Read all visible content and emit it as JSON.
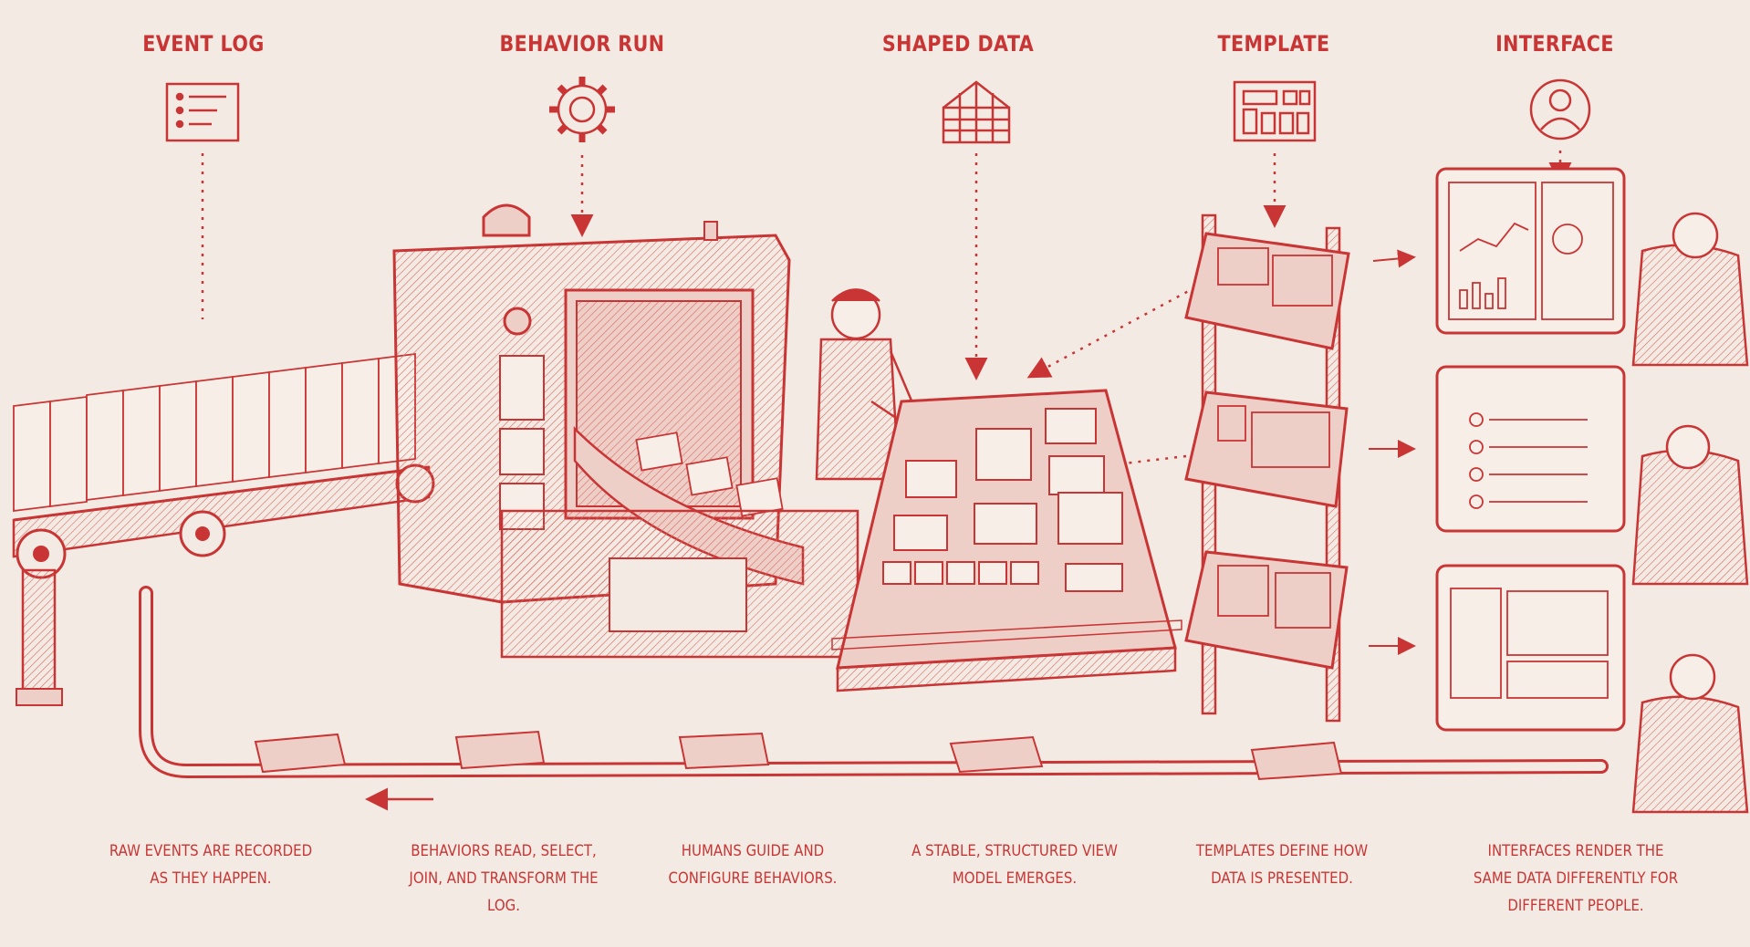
{
  "stages": [
    {
      "title": "EVENT LOG",
      "icon": "event-log-icon"
    },
    {
      "title": "BEHAVIOR RUN",
      "icon": "gear-icon"
    },
    {
      "title": "SHAPED DATA",
      "icon": "grid-icon"
    },
    {
      "title": "TEMPLATE",
      "icon": "template-icon"
    },
    {
      "title": "INTERFACE",
      "icon": "user-icon"
    }
  ],
  "captions": [
    "RAW EVENTS ARE RECORDED AS THEY HAPPEN.",
    "BEHAVIORS READ, SELECT, JOIN, AND TRANSFORM THE LOG.",
    "HUMANS GUIDE AND CONFIGURE BEHAVIORS.",
    "A STABLE, STRUCTURED VIEW MODEL EMERGES.",
    "TEMPLATES DEFINE HOW DATA IS PRESENTED.",
    "INTERFACES RENDER THE SAME DATA DIFFERENTLY FOR DIFFERENT PEOPLE."
  ],
  "colors": {
    "ink": "#cc3a3a",
    "paper": "#f3ebe3",
    "fill": "#eecfc8"
  }
}
